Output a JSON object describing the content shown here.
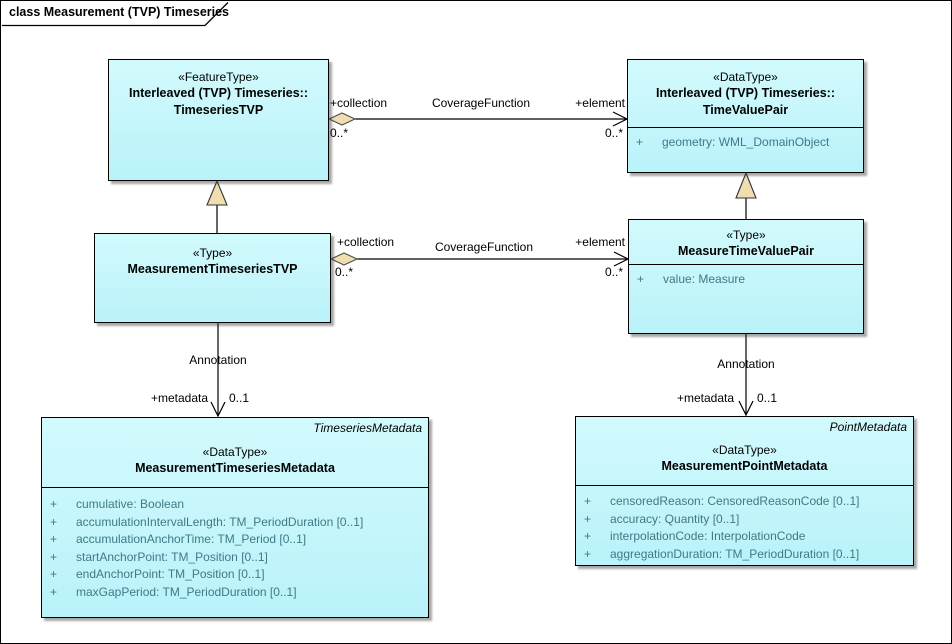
{
  "frame": {
    "title": "class Measurement (TVP) Timeseries"
  },
  "colors": {
    "class_fill": "#c5f6fb",
    "class_border": "#000000",
    "attribute_text": "#3f7a87",
    "diamond_fill": "#f0ddb0",
    "triangle_fill": "#f0ddb0",
    "line": "#000000"
  },
  "classes": {
    "timeseriesTVP": {
      "stereotype": "«FeatureType»",
      "name1": "Interleaved (TVP) Timeseries::",
      "name2": "TimeseriesTVP"
    },
    "timeValuePair": {
      "stereotype": "«DataType»",
      "name1": "Interleaved (TVP) Timeseries::",
      "name2": "TimeValuePair",
      "attributes": [
        {
          "vis": "+",
          "text": "geometry: WML_DomainObject"
        }
      ]
    },
    "measurementTimeseriesTVP": {
      "stereotype": "«Type»",
      "name1": "MeasurementTimeseriesTVP"
    },
    "measureTimeValuePair": {
      "stereotype": "«Type»",
      "name1": "MeasureTimeValuePair",
      "attributes": [
        {
          "vis": "+",
          "text": "value: Measure"
        }
      ]
    },
    "measurementTimeseriesMetadata": {
      "tag": "TimeseriesMetadata",
      "stereotype": "«DataType»",
      "name1": "MeasurementTimeseriesMetadata",
      "attributes": [
        {
          "vis": "+",
          "text": "cumulative: Boolean"
        },
        {
          "vis": "+",
          "text": "accumulationIntervalLength: TM_PeriodDuration [0..1]"
        },
        {
          "vis": "+",
          "text": "accumulationAnchorTime: TM_Period [0..1]"
        },
        {
          "vis": "+",
          "text": "startAnchorPoint: TM_Position [0..1]"
        },
        {
          "vis": "+",
          "text": "endAnchorPoint: TM_Position [0..1]"
        },
        {
          "vis": "+",
          "text": "maxGapPeriod: TM_PeriodDuration [0..1]"
        }
      ]
    },
    "measurementPointMetadata": {
      "tag": "PointMetadata",
      "stereotype": "«DataType»",
      "name1": "MeasurementPointMetadata",
      "attributes": [
        {
          "vis": "+",
          "text": "censoredReason: CensoredReasonCode [0..1]"
        },
        {
          "vis": "+",
          "text": "accuracy: Quantity [0..1]"
        },
        {
          "vis": "+",
          "text": "interpolationCode: InterpolationCode"
        },
        {
          "vis": "+",
          "text": "aggregationDuration: TM_PeriodDuration [0..1]"
        }
      ]
    }
  },
  "connectors": {
    "coverageTop": {
      "name": "CoverageFunction",
      "source_role": "+collection",
      "source_mult": "0..*",
      "target_role": "+element",
      "target_mult": "0..*"
    },
    "coverageMiddle": {
      "name": "CoverageFunction",
      "source_role": "+collection",
      "source_mult": "0..*",
      "target_role": "+element",
      "target_mult": "0..*"
    },
    "annotationLeft": {
      "name": "Annotation",
      "target_role": "+metadata",
      "target_mult": "0..1"
    },
    "annotationRight": {
      "name": "Annotation",
      "target_role": "+metadata",
      "target_mult": "0..1"
    }
  }
}
